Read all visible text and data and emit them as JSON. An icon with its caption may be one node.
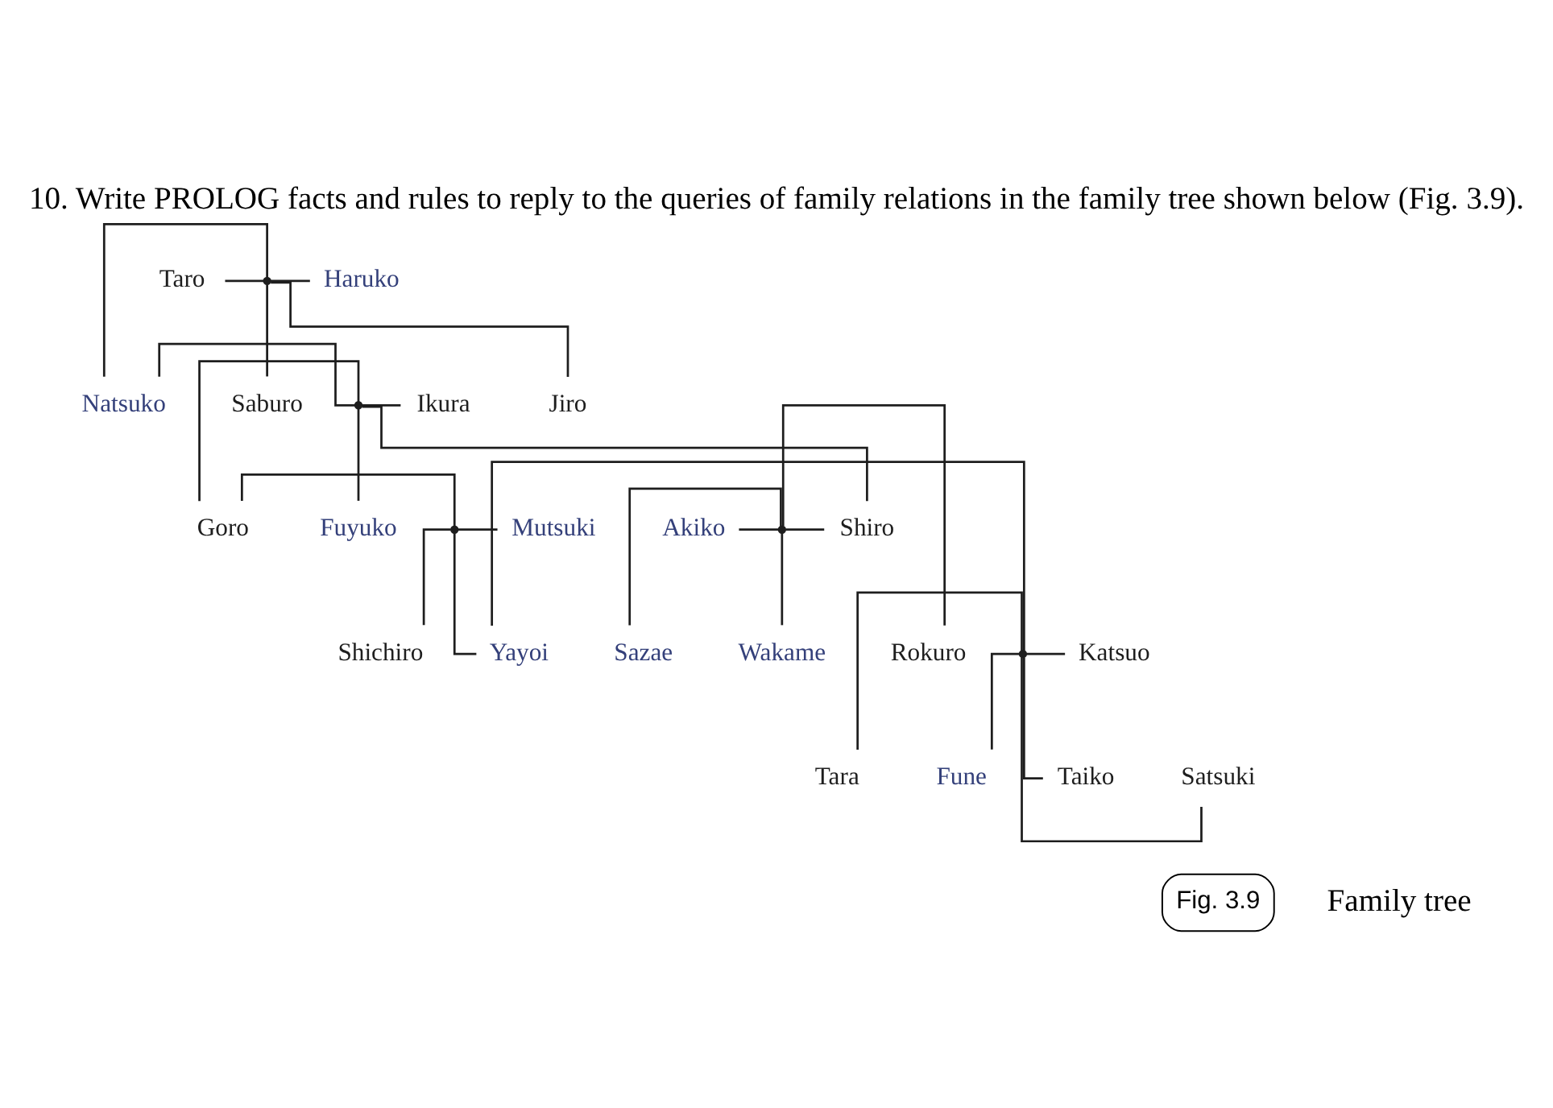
{
  "diagram": {
    "title": "10. Write PROLOG facts and rules to reply to the queries of family relations in the family tree shown below (Fig. 3.9).",
    "caption": "Family tree",
    "nodes": [
      {
        "text": [
          "Taro"
        ]
      },
      {
        "text": [],
        "shape": "point"
      },
      {
        "text": [
          "Haruko"
        ]
      },
      {
        "text": [
          "Jiro"
        ]
      },
      {
        "text": [
          "Natsuko"
        ]
      },
      {
        "text": [],
        "shape": "point"
      },
      {
        "text": [
          "Ikura"
        ]
      },
      {
        "text": [
          "Saburo"
        ]
      },
      {
        "text": [
          "Akiko"
        ]
      },
      {
        "text": [],
        "shape": "point"
      },
      {
        "text": [
          "Shiro"
        ]
      },
      {
        "text": [
          "Fuyuko"
        ]
      },
      {
        "text": [
          "Goro"
        ]
      },
      {
        "text": [],
        "shape": "point"
      },
      {
        "text": [
          "Mutsuki"
        ]
      },
      {
        "text": [
          "Rokuro"
        ]
      },
      {
        "text": [
          "Sazae"
        ]
      },
      {
        "text": [
          "Wakame"
        ]
      },
      {
        "text": [
          "Shichiro"
        ]
      },
      {
        "text": [
          "Yayoi"
        ]
      },
      {
        "text": [],
        "shape": "point"
      },
      {
        "text": [
          "Katsuo"
        ]
      },
      {
        "text": [
          "Tara"
        ]
      },
      {
        "text": [
          "Fune"
        ]
      },
      {
        "text": [
          "Taiko"
        ]
      },
      {
        "text": [
          "Satsuki"
        ]
      }
    ],
    "edges": [
      {
        "from": 0,
        "to": 1,
        "arrow": "none"
      },
      {
        "from": 1,
        "to": 2,
        "arrow": "none"
      },
      {
        "from": 1,
        "to": 3,
        "arrow": "none"
      },
      {
        "from": 1,
        "to": 4,
        "arrow": "none"
      },
      {
        "from": 1,
        "to": 7,
        "arrow": "none"
      },
      {
        "from": 4,
        "to": 5,
        "arrow": "none"
      },
      {
        "from": 5,
        "to": 6,
        "arrow": "none"
      },
      {
        "from": 5,
        "to": 10,
        "arrow": "none"
      },
      {
        "from": 5,
        "to": 11,
        "arrow": "none"
      },
      {
        "from": 5,
        "to": 12,
        "arrow": "none"
      },
      {
        "from": 8,
        "to": 9,
        "arrow": "none"
      },
      {
        "from": 9,
        "to": 10,
        "arrow": "none"
      },
      {
        "from": 9,
        "to": 15,
        "arrow": "none"
      },
      {
        "from": 9,
        "to": 16,
        "arrow": "none"
      },
      {
        "from": 9,
        "to": 17,
        "arrow": "none"
      },
      {
        "from": 12,
        "to": 13,
        "arrow": "none"
      },
      {
        "from": 13,
        "to": 14,
        "arrow": "none"
      },
      {
        "from": 13,
        "to": 18,
        "arrow": "none"
      },
      {
        "from": 13,
        "to": 19,
        "arrow": "none"
      },
      {
        "from": 19,
        "to": 20,
        "arrow": "none"
      },
      {
        "from": 20,
        "to": 21,
        "arrow": "none"
      },
      {
        "from": 20,
        "to": 22,
        "arrow": "none"
      },
      {
        "from": 20,
        "to": 23,
        "arrow": "none"
      },
      {
        "from": 20,
        "to": 24,
        "arrow": "none"
      },
      {
        "from": 20,
        "to": 25,
        "arrow": "none"
      }
    ],
    "labels": [
      "Fig. 3.9"
    ]
  }
}
